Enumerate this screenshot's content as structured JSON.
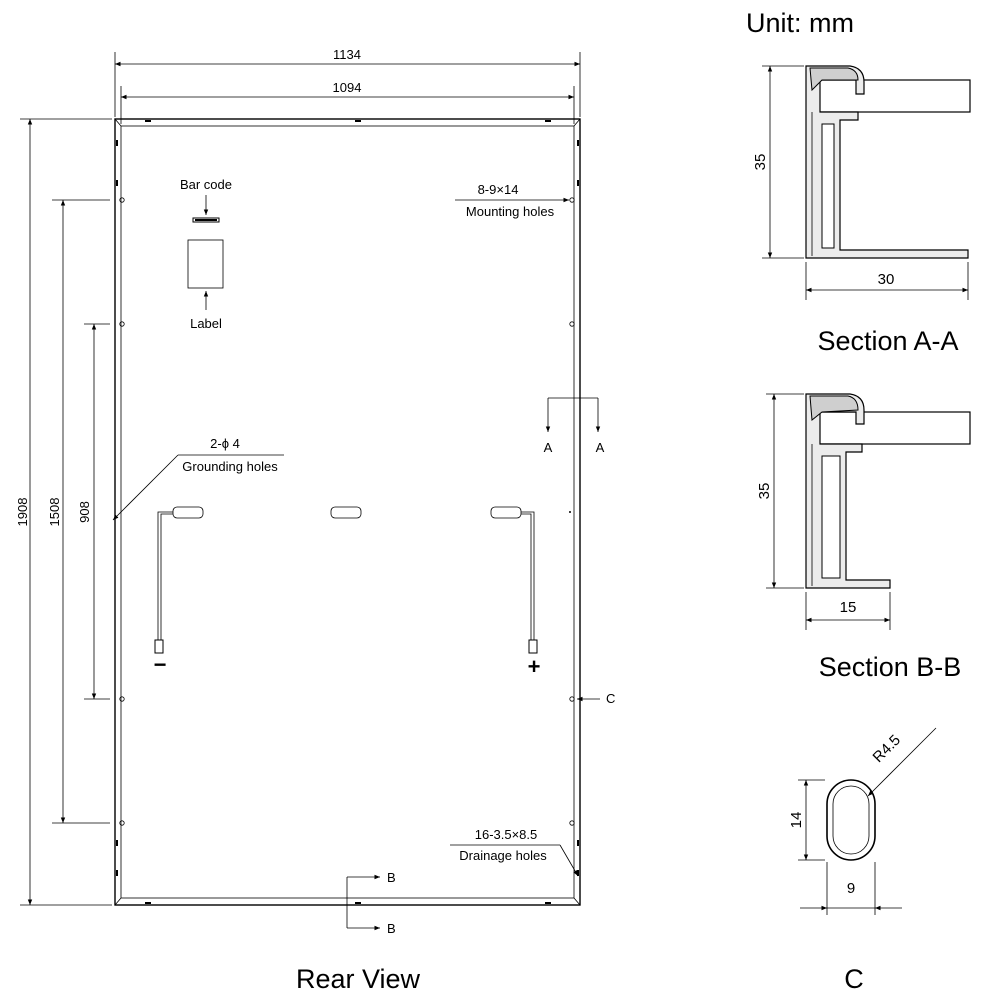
{
  "unit_label": "Unit: mm",
  "rear_view": {
    "title": "Rear View",
    "dimensions": {
      "overall_width": "1134",
      "inner_width": "1094",
      "overall_height": "1908",
      "mount_span_outer": "1508",
      "mount_span_inner": "908"
    },
    "callouts": {
      "bar_code": "Bar code",
      "label": "Label",
      "mounting_count": "8-9×14",
      "mounting_name": "Mounting holes",
      "grounding_count": "2-ϕ 4",
      "grounding_name": "Grounding holes",
      "drainage_count": "16-3.5×8.5",
      "drainage_name": "Drainage holes"
    },
    "polarity": {
      "negative": "−",
      "positive": "+"
    },
    "section_markers": {
      "a": "A",
      "b": "B",
      "c": "C"
    }
  },
  "section_a": {
    "title": "Section A-A",
    "height": "35",
    "width": "30"
  },
  "section_b": {
    "title": "Section B-B",
    "height": "35",
    "width": "15"
  },
  "detail_c": {
    "title": "C",
    "radius": "R4.5",
    "height": "14",
    "width": "9"
  }
}
